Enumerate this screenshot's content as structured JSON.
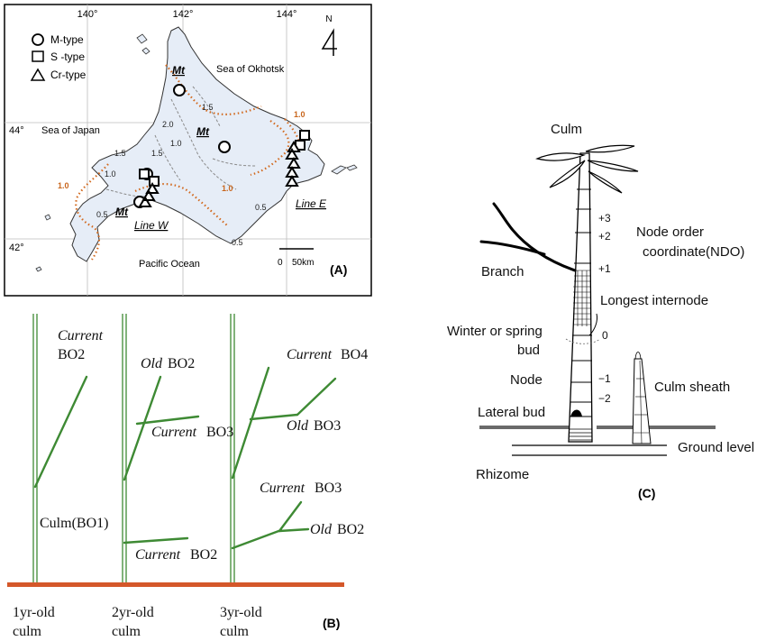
{
  "panel_a": {
    "lon_labels": [
      "140°",
      "142°",
      "144°"
    ],
    "lat_labels": [
      "44°",
      "42°"
    ],
    "north_label": "N",
    "legend": [
      {
        "symbol": "circle",
        "label": "M-type"
      },
      {
        "symbol": "square",
        "label": "S -type"
      },
      {
        "symbol": "triangle",
        "label": "Cr-type"
      }
    ],
    "sea_okhotsk": "Sea of Okhotsk",
    "sea_japan": "Sea of Japan",
    "pacific": "Pacific Ocean",
    "mt_label": "Mt",
    "line_w": "Line W",
    "line_e": "Line E",
    "contours": [
      "1.5",
      "2.0",
      "1.0",
      "1.5",
      "1.5",
      "1.0",
      "0.5",
      "0.5",
      "0.5"
    ],
    "orange_labels": [
      "1.0",
      "1.0",
      "1.0"
    ],
    "scale_zero": "0",
    "scale_label": "50km",
    "panel_label": "(A)"
  },
  "panel_b": {
    "culm_captions": [
      {
        "line1": "1yr-old",
        "line2": "culm"
      },
      {
        "line1": "2yr-old",
        "line2": "culm"
      },
      {
        "line1": "3yr-old",
        "line2": "culm"
      }
    ],
    "current": "Current",
    "old": "Old",
    "bo2": "BO2",
    "bo3": "BO3",
    "bo4": "BO4",
    "culm_bo1": "Culm(BO1)",
    "panel_label": "(B)",
    "colors": {
      "branch": "#3e8a34",
      "ground": "#d4572a"
    }
  },
  "panel_c": {
    "culm": "Culm",
    "node_order_1": "Node order",
    "node_order_2": "coordinate(NDO)",
    "branch": "Branch",
    "longest_internode": "Longest internode",
    "winter_bud_1": "Winter or spring",
    "winter_bud_2": "bud",
    "node": "Node",
    "culm_sheath": "Culm sheath",
    "lateral_bud": "Lateral bud",
    "ground_level": "Ground level",
    "rhizome": "Rhizome",
    "ndo_values": [
      "+3",
      "+2",
      "+1",
      "0",
      "−1",
      "−2"
    ],
    "panel_label": "(C)"
  }
}
